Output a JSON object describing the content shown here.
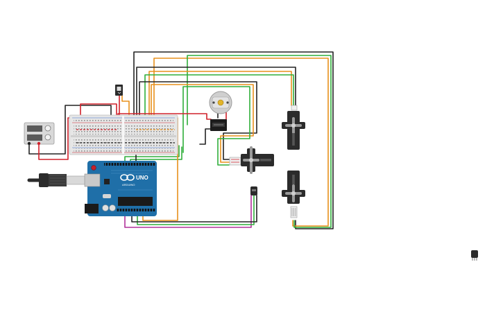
{
  "colors": {
    "background": "#ffffff",
    "arduino_board": "#1f6fa8",
    "wire_black": "#222222",
    "wire_red": "#d0202a",
    "wire_orange": "#e8901c",
    "wire_green": "#2fae3a",
    "wire_purple": "#b0309a",
    "servo_body": "#2b2b2b",
    "breadboard": "#e6e6e6"
  },
  "board": {
    "logo": "UNO",
    "brand": "ARDUINO"
  },
  "components": [
    {
      "id": "power-supply",
      "icon": "power-supply-icon"
    },
    {
      "id": "breadboard",
      "icon": "breadboard-icon"
    },
    {
      "id": "arduino-uno",
      "icon": "arduino-uno-icon"
    },
    {
      "id": "usb-cable",
      "icon": "usb-plug-icon"
    },
    {
      "id": "slide-switch",
      "icon": "switch-icon"
    },
    {
      "id": "dc-motor",
      "icon": "motor-icon"
    },
    {
      "id": "relay-module",
      "icon": "relay-icon"
    },
    {
      "id": "servo-1",
      "icon": "servo-icon"
    },
    {
      "id": "servo-2",
      "icon": "servo-icon"
    },
    {
      "id": "servo-3",
      "icon": "servo-icon"
    },
    {
      "id": "temperature-sensor",
      "icon": "sensor-icon"
    },
    {
      "id": "spare-sensor",
      "icon": "sensor-icon"
    }
  ]
}
